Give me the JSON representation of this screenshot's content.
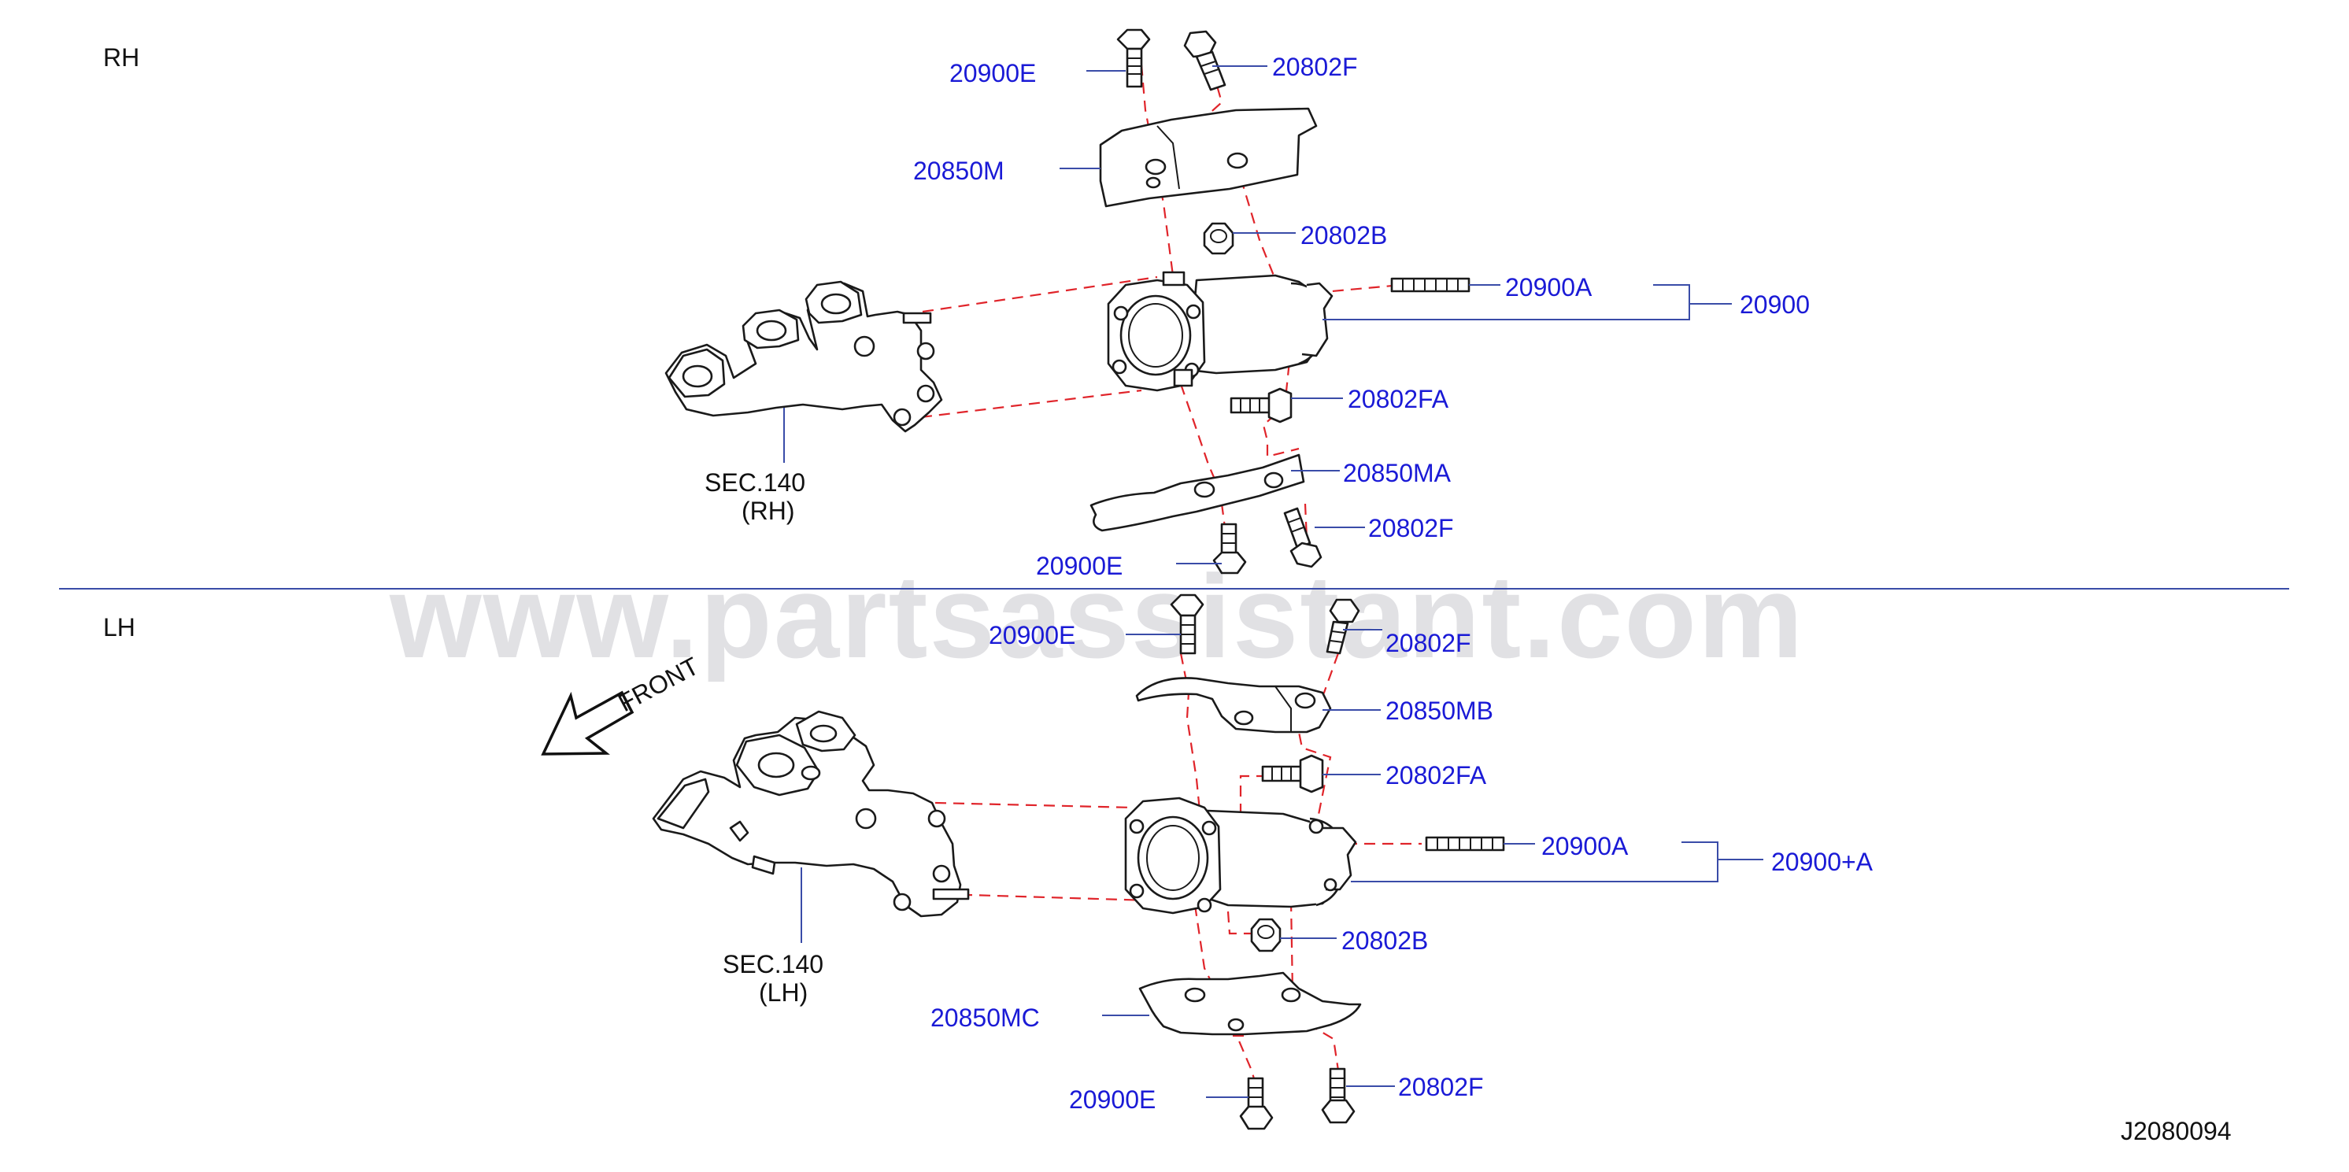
{
  "sections": {
    "rh": "RH",
    "lh": "LH"
  },
  "front_label": "FRONT",
  "watermark": "www.partsassistant.com",
  "diagram_code": "J2080094",
  "rh": {
    "bolt_left_top": "20900E",
    "bolt_right_top": "20802F",
    "upper_cover": "20850M",
    "nut": "20802B",
    "stud": "20900A",
    "assembly": "20900",
    "bolt_side": "20802FA",
    "lower_cover": "20850MA",
    "bolt_right_bottom": "20802F",
    "bolt_left_bottom": "20900E",
    "manifold_ref_line1": "SEC.140",
    "manifold_ref_line2": "(RH)"
  },
  "lh": {
    "bolt_left_top": "20900E",
    "bolt_right_top": "20802F",
    "upper_cover": "20850MB",
    "bolt_side": "20802FA",
    "stud": "20900A",
    "assembly": "20900+A",
    "nut": "20802B",
    "lower_cover": "20850MC",
    "bolt_left_bottom": "20900E",
    "bolt_right_bottom": "20802F",
    "manifold_ref_line1": "SEC.140",
    "manifold_ref_line2": "(LH)"
  }
}
